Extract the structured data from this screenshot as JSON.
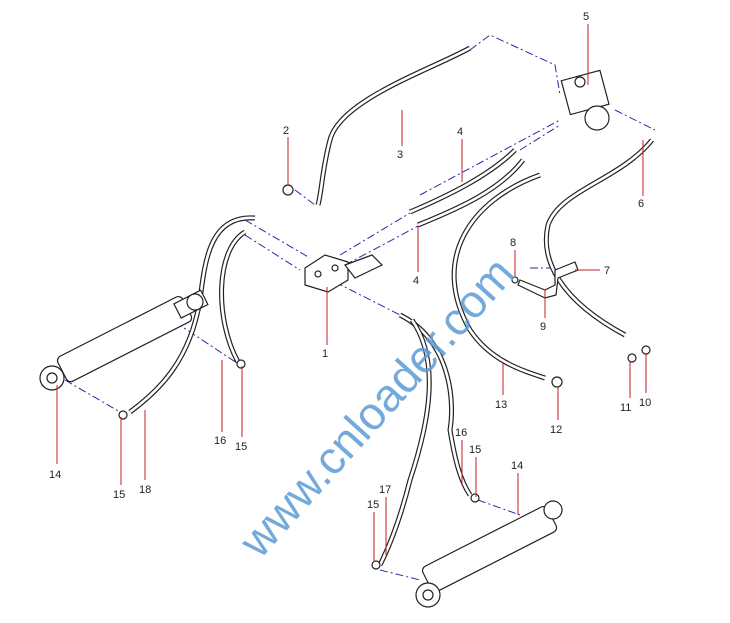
{
  "diagram": {
    "callouts": {
      "c5": "5",
      "c2": "2",
      "c3": "3",
      "c4a": "4",
      "c6": "6",
      "c8": "8",
      "c7": "7",
      "c9": "9",
      "c4b": "4",
      "c1": "1",
      "c13": "13",
      "c12": "12",
      "c11": "11",
      "c10": "10",
      "c14a": "14",
      "c15a": "15",
      "c18": "18",
      "c16a": "16",
      "c15b": "15",
      "c16b": "16",
      "c15c": "15",
      "c14b": "14",
      "c17": "17",
      "c15d": "15"
    },
    "watermark": "www.cnloader.com",
    "colors": {
      "leader": "#c0202a",
      "centerline": "#2a2aa8",
      "watermark": "#5b9bd5"
    }
  }
}
